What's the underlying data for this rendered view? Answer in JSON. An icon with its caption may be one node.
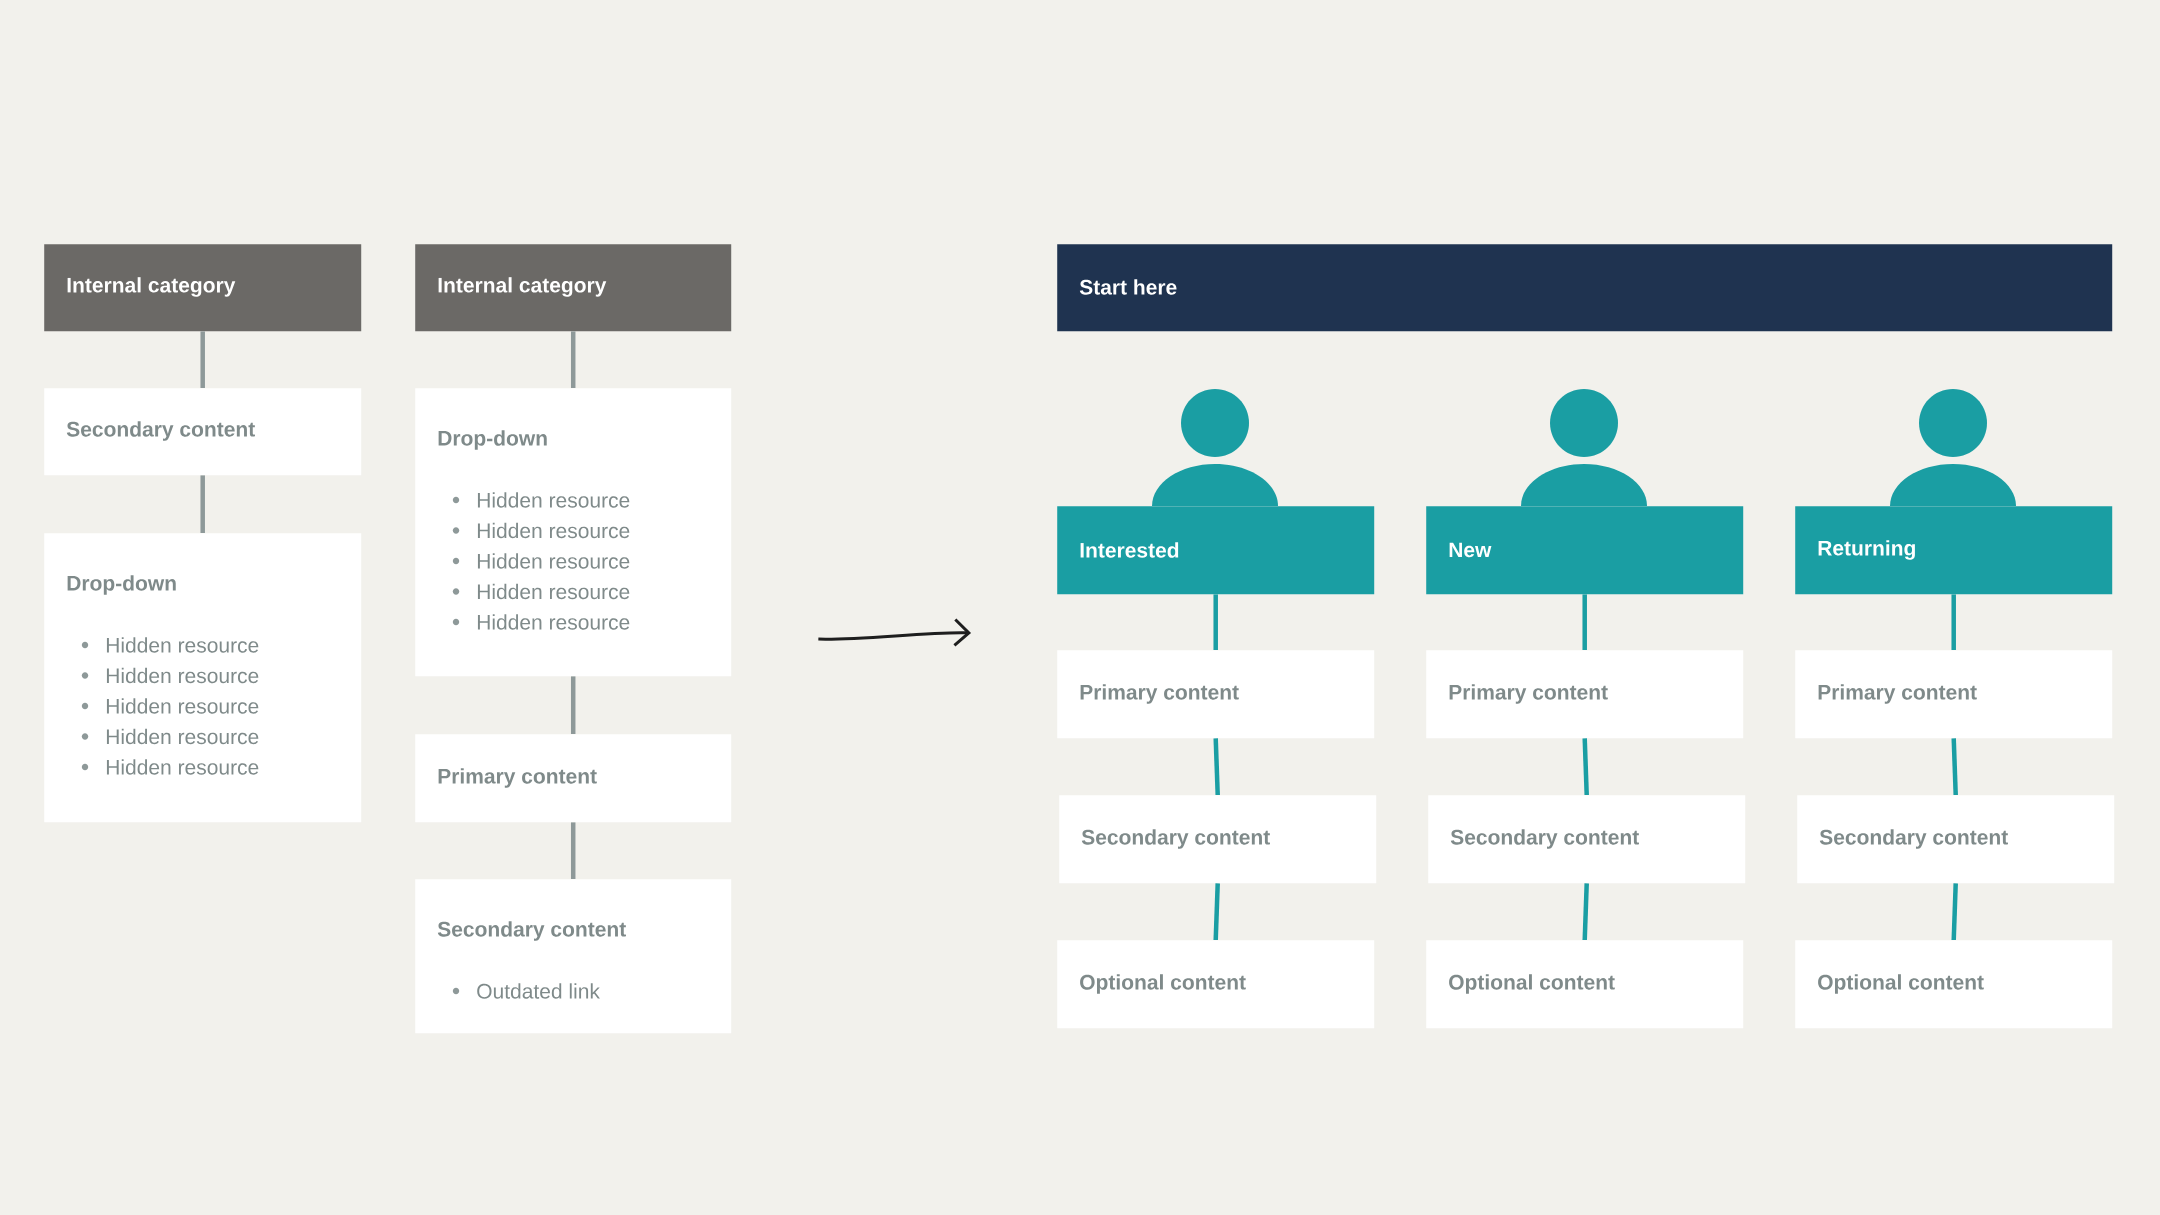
{
  "diagram": {
    "nodes": [
      {
        "text": [
          "Internal category"
        ]
      },
      {
        "text": [
          "Secondary content"
        ]
      },
      {
        "text": [
          "Drop-down",
          "Hidden resource",
          "Hidden resource",
          "Hidden resource",
          "Hidden resource",
          "Hidden resource"
        ]
      },
      {
        "text": [
          "Internal category"
        ]
      },
      {
        "text": [
          "Drop-down",
          "Hidden resource",
          "Hidden resource",
          "Hidden resource",
          "Hidden resource",
          "Hidden resource"
        ]
      },
      {
        "text": [
          "Primary content"
        ]
      },
      {
        "text": [
          "Secondary content",
          "Outdated link"
        ]
      },
      {
        "text": [
          "Start here"
        ]
      },
      {
        "text": [
          "Interested"
        ]
      },
      {
        "text": [
          "Primary content"
        ]
      },
      {
        "text": [
          "Secondary content"
        ]
      },
      {
        "text": [
          "Optional content"
        ]
      },
      {
        "text": [
          "New"
        ]
      },
      {
        "text": [
          "Primary content"
        ]
      },
      {
        "text": [
          "Secondary content"
        ]
      },
      {
        "text": [
          "Optional content"
        ]
      },
      {
        "text": [
          "Returning"
        ]
      },
      {
        "text": [
          "Primary content"
        ]
      },
      {
        "text": [
          "Secondary content"
        ]
      },
      {
        "text": [
          "Optional content"
        ]
      }
    ],
    "edges": [
      {
        "from": 0,
        "to": 1,
        "arrow": "none",
        "color": "#8e9999"
      },
      {
        "from": 1,
        "to": 2,
        "arrow": "none",
        "color": "#8e9999"
      },
      {
        "from": 3,
        "to": 4,
        "arrow": "none",
        "color": "#8e9999"
      },
      {
        "from": 4,
        "to": 5,
        "arrow": "none",
        "color": "#8e9999"
      },
      {
        "from": 5,
        "to": 6,
        "arrow": "none",
        "color": "#8e9999"
      },
      {
        "from": 4,
        "to": 9,
        "arrow": "to",
        "color": "#1e1e1e"
      },
      {
        "from": 8,
        "to": 9,
        "arrow": "none"
      },
      {
        "from": 9,
        "to": 10,
        "arrow": "none"
      },
      {
        "from": 10,
        "to": 11,
        "arrow": "none"
      },
      {
        "from": 12,
        "to": 13,
        "arrow": "none"
      },
      {
        "from": 13,
        "to": 14,
        "arrow": "none"
      },
      {
        "from": 14,
        "to": 15,
        "arrow": "none"
      },
      {
        "from": 16,
        "to": 17,
        "arrow": "none"
      },
      {
        "from": 17,
        "to": 18,
        "arrow": "none"
      },
      {
        "from": 18,
        "to": 19,
        "arrow": "none"
      }
    ]
  }
}
